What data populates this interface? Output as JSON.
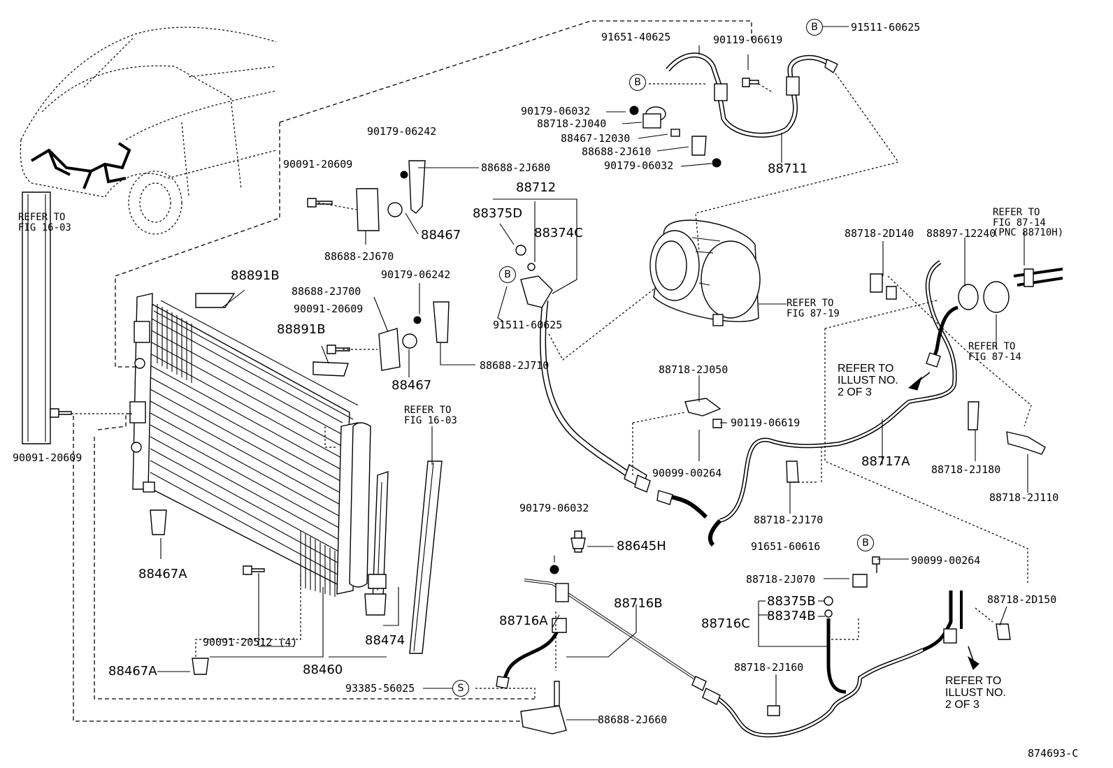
{
  "diagram_id": "874693-C",
  "callouts": {
    "c01": "91651-40625",
    "c02": "90119-06619",
    "c03": "91511-60625",
    "c04": "90179-06032",
    "c05": "88718-2J040",
    "c06": "88467-12030",
    "c07": "88688-2J610",
    "c08": "90179-06032",
    "c09": "88711",
    "c10": "90179-06242",
    "c11": "88688-2J680",
    "c12": "90091-20609",
    "c13": "88467",
    "c14": "88688-2J670",
    "c15": "88712",
    "c16": "88375D",
    "c17": "88374C",
    "c18": "88891B",
    "c19": "88688-2J700",
    "c20": "90179-06242",
    "c21": "90091-20609",
    "c22": "91511-60625",
    "c23": "88891B",
    "c24": "88688-2J710",
    "c25": "88467",
    "c26": "90091-20609",
    "c27": "88718-2D140",
    "c28": "88897-12240",
    "c29": "88718-2J050",
    "c30": "90119-06619",
    "c31": "90099-00264",
    "c32": "88717A",
    "c33": "88718-2J180",
    "c34": "88718-2J110",
    "c35": "88718-2J170",
    "c36": "88467A",
    "c37": "90179-06032",
    "c38": "88645H",
    "c39": "91651-60616",
    "c40": "90099-00264",
    "c41": "88718-2J070",
    "c42": "88716B",
    "c43": "88375B",
    "c44": "88374B",
    "c45": "88716C",
    "c46": "88718-2D150",
    "c47": "88716A",
    "c48": "90091-20512 (4)",
    "c49": "88474",
    "c50": "88460",
    "c51": "88467A",
    "c52": "88718-2J160",
    "c53": "93385-56025",
    "c54": "88688-2J660"
  },
  "refer_notes": {
    "r1": "REFER TO\nFIG 16-03",
    "r2": "REFER TO\nFIG 16-03",
    "r3": "REFER TO\nFIG 87-19",
    "r4": "REFER TO\nFIG 87-14\n(PNC 88710H)",
    "r5": "REFER TO\nFIG 87-14",
    "r6": "REFER TO\nILLUST NO.\n2 OF 3",
    "r7": "REFER TO\nILLUST NO.\n2 OF 3"
  },
  "circle_markers": {
    "b1": "B",
    "b2": "B",
    "b3": "B",
    "b4": "B",
    "s1": "S"
  }
}
